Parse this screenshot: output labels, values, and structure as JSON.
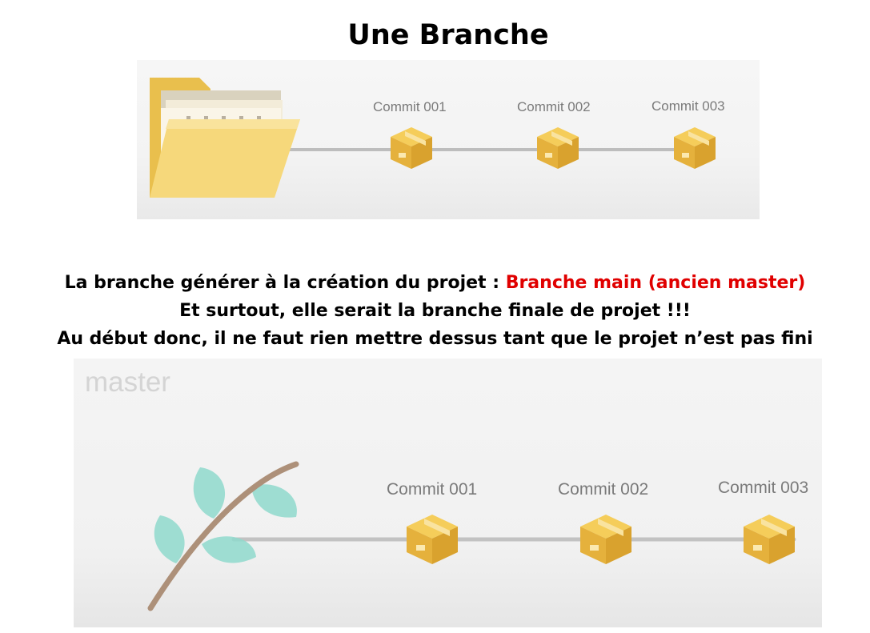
{
  "slide": {
    "title": "Une Branche"
  },
  "diagram_top": {
    "commits": [
      "Commit 001",
      "Commit 002",
      "Commit 003"
    ],
    "icons": [
      "folder-icon",
      "commit-box-icon"
    ]
  },
  "explanation": {
    "line1_prefix": "La branche générer à la création du projet : ",
    "line1_highlight": "Branche main (ancien master)",
    "line2": "Et surtout, elle serait la branche finale de projet !!!",
    "line3": "Au début donc, il ne faut rien mettre dessus tant que le projet n’est pas fini",
    "highlight_color": "#e00000"
  },
  "diagram_bottom": {
    "branch_label": "master",
    "commits": [
      "Commit 001",
      "Commit 002",
      "Commit 003"
    ],
    "icons": [
      "branch-twig-icon",
      "commit-box-icon"
    ]
  }
}
